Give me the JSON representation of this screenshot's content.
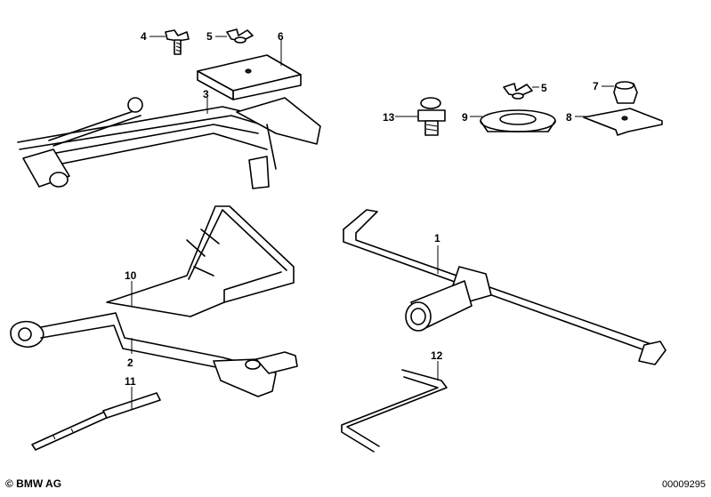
{
  "parts": [
    {
      "id": "p1",
      "label": "1"
    },
    {
      "id": "p2",
      "label": "2"
    },
    {
      "id": "p3",
      "label": "3"
    },
    {
      "id": "p4",
      "label": "4"
    },
    {
      "id": "p5a",
      "label": "5"
    },
    {
      "id": "p5b",
      "label": "5"
    },
    {
      "id": "p6",
      "label": "6"
    },
    {
      "id": "p7",
      "label": "7"
    },
    {
      "id": "p8",
      "label": "8"
    },
    {
      "id": "p9",
      "label": "9"
    },
    {
      "id": "p10",
      "label": "10"
    },
    {
      "id": "p11",
      "label": "11"
    },
    {
      "id": "p12",
      "label": "12"
    },
    {
      "id": "p13",
      "label": "13"
    }
  ],
  "footer": {
    "copyright": "© BMW AG",
    "diagram_number": "00009295"
  }
}
